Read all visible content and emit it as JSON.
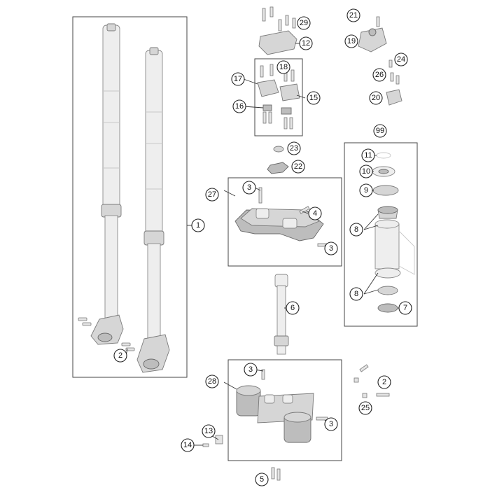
{
  "diagram": {
    "callouts": [
      {
        "id": "c1",
        "label": "1"
      },
      {
        "id": "c2a",
        "label": "2"
      },
      {
        "id": "c2b",
        "label": "2"
      },
      {
        "id": "c3a",
        "label": "3"
      },
      {
        "id": "c3b",
        "label": "3"
      },
      {
        "id": "c3c",
        "label": "3"
      },
      {
        "id": "c3d",
        "label": "3"
      },
      {
        "id": "c4",
        "label": "4"
      },
      {
        "id": "c5",
        "label": "5"
      },
      {
        "id": "c6",
        "label": "6"
      },
      {
        "id": "c7",
        "label": "7"
      },
      {
        "id": "c8a",
        "label": "8"
      },
      {
        "id": "c8b",
        "label": "8"
      },
      {
        "id": "c9",
        "label": "9"
      },
      {
        "id": "c10",
        "label": "10"
      },
      {
        "id": "c11",
        "label": "11"
      },
      {
        "id": "c12",
        "label": "12"
      },
      {
        "id": "c13",
        "label": "13"
      },
      {
        "id": "c14",
        "label": "14"
      },
      {
        "id": "c15",
        "label": "15"
      },
      {
        "id": "c16",
        "label": "16"
      },
      {
        "id": "c17",
        "label": "17"
      },
      {
        "id": "c18",
        "label": "18"
      },
      {
        "id": "c19",
        "label": "19"
      },
      {
        "id": "c20",
        "label": "20"
      },
      {
        "id": "c21",
        "label": "21"
      },
      {
        "id": "c22",
        "label": "22"
      },
      {
        "id": "c23",
        "label": "23"
      },
      {
        "id": "c24",
        "label": "24"
      },
      {
        "id": "c25",
        "label": "25"
      },
      {
        "id": "c26",
        "label": "26"
      },
      {
        "id": "c27",
        "label": "27"
      },
      {
        "id": "c28",
        "label": "28"
      },
      {
        "id": "c29",
        "label": "29"
      },
      {
        "id": "c99",
        "label": "99"
      }
    ]
  }
}
